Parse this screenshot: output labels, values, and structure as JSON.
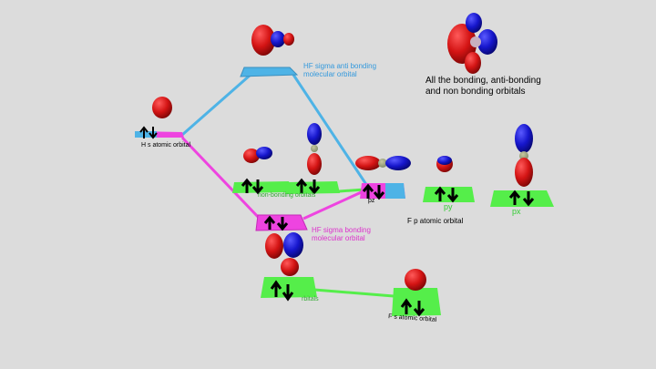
{
  "labels": {
    "title_line1": "All the bonding, anti-bonding",
    "title_line2": "and non bonding orbitals",
    "antibonding_line1": "HF sigma anti bonding",
    "antibonding_line2": "molecular orbital",
    "bonding_line1": "HF sigma bonding",
    "bonding_line2": "molecular orbital",
    "h_s": "H s atomic orbital",
    "nonbonding": "non-bonding orbitals",
    "pz": "pz",
    "py": "py",
    "px": "px",
    "f_p": "F p atomic orbital",
    "bottom_left": "rbitals",
    "f_s": "F s atomic orbital"
  },
  "colors": {
    "background": "#dcdcdc",
    "antibonding": "#4eb3e6",
    "bonding": "#ee44e0",
    "nonbonding": "#55ee4a",
    "lobe_red": "#d81818",
    "lobe_blue": "#1a1acc",
    "antibonding_text": "#3399dd",
    "bonding_text": "#dd33cc",
    "nonbonding_text": "#33cc33"
  }
}
